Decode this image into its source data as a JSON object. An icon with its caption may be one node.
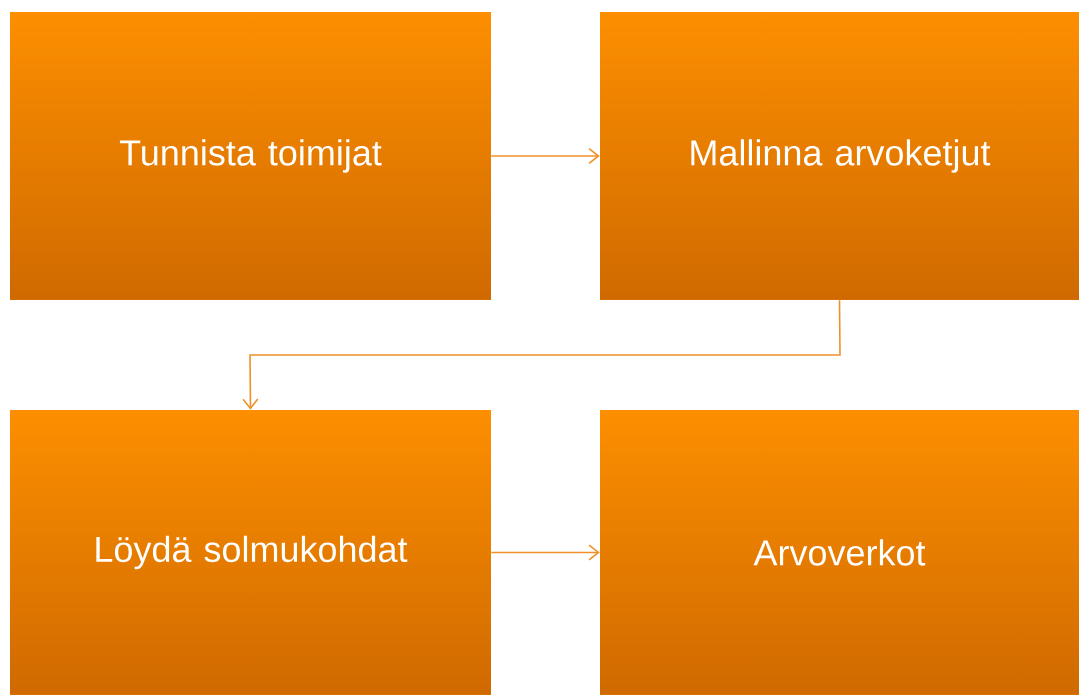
{
  "diagram": {
    "nodes": [
      {
        "text": [
          "Tunnista toimijat"
        ]
      },
      {
        "text": [
          "Mallinna arvoketjut"
        ]
      },
      {
        "text": [
          "Löydä solmukohdat"
        ]
      },
      {
        "text": [
          "Arvoverkot"
        ]
      }
    ],
    "edges": [
      {
        "from": 0,
        "to": 1,
        "arrow": "to"
      },
      {
        "from": 1,
        "to": 2,
        "arrow": "to"
      },
      {
        "from": 2,
        "to": 3,
        "arrow": "to"
      }
    ]
  }
}
